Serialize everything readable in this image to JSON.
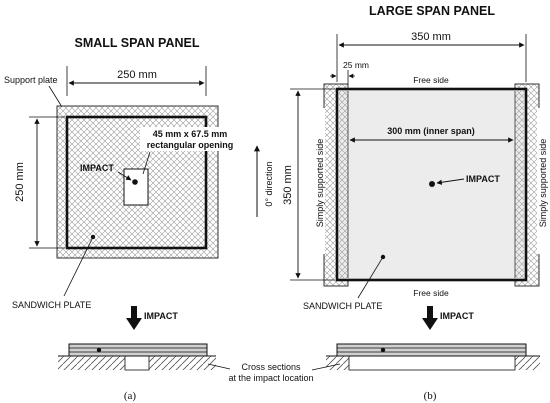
{
  "panel_a": {
    "title": "SMALL SPAN PANEL",
    "dim_width": "250 mm",
    "dim_height": "250 mm",
    "support_label": "Support plate",
    "opening_line1": "45 mm x 67.5 mm",
    "opening_line2": "rectangular opening",
    "impact_label": "IMPACT",
    "sandwich_label": "SANDWICH PLATE",
    "arrow_impact": "IMPACT",
    "caption": "(a)"
  },
  "panel_b": {
    "title": "LARGE SPAN PANEL",
    "dim_width": "350 mm",
    "dim_margin": "25 mm",
    "free_side_top": "Free side",
    "free_side_bottom": "Free side",
    "inner_span": "300 mm (inner span)",
    "dim_height": "350 mm",
    "left_side": "Simply supported side",
    "right_side": "Simply supported side",
    "impact_label": "IMPACT",
    "sandwich_label": "SANDWICH PLATE",
    "arrow_impact": "IMPACT",
    "caption": "(b)"
  },
  "direction_label": "0° direction",
  "cross_line1": "Cross sections",
  "cross_line2": "at the impact location"
}
